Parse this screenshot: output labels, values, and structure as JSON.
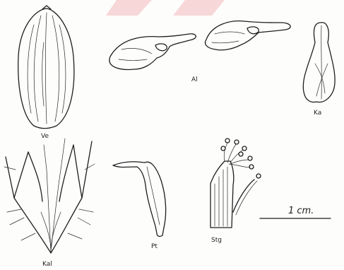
{
  "colors": {
    "ink": "#1e1e1e",
    "watermark": "#f4c9cc",
    "paper": "#fdfdfc"
  },
  "labels": {
    "ve": "Ve",
    "al": "Al",
    "ka": "Ka",
    "kal": "Kal",
    "pt": "Pt",
    "stg": "Stg"
  },
  "scale_bar": {
    "label": "1 cm."
  }
}
